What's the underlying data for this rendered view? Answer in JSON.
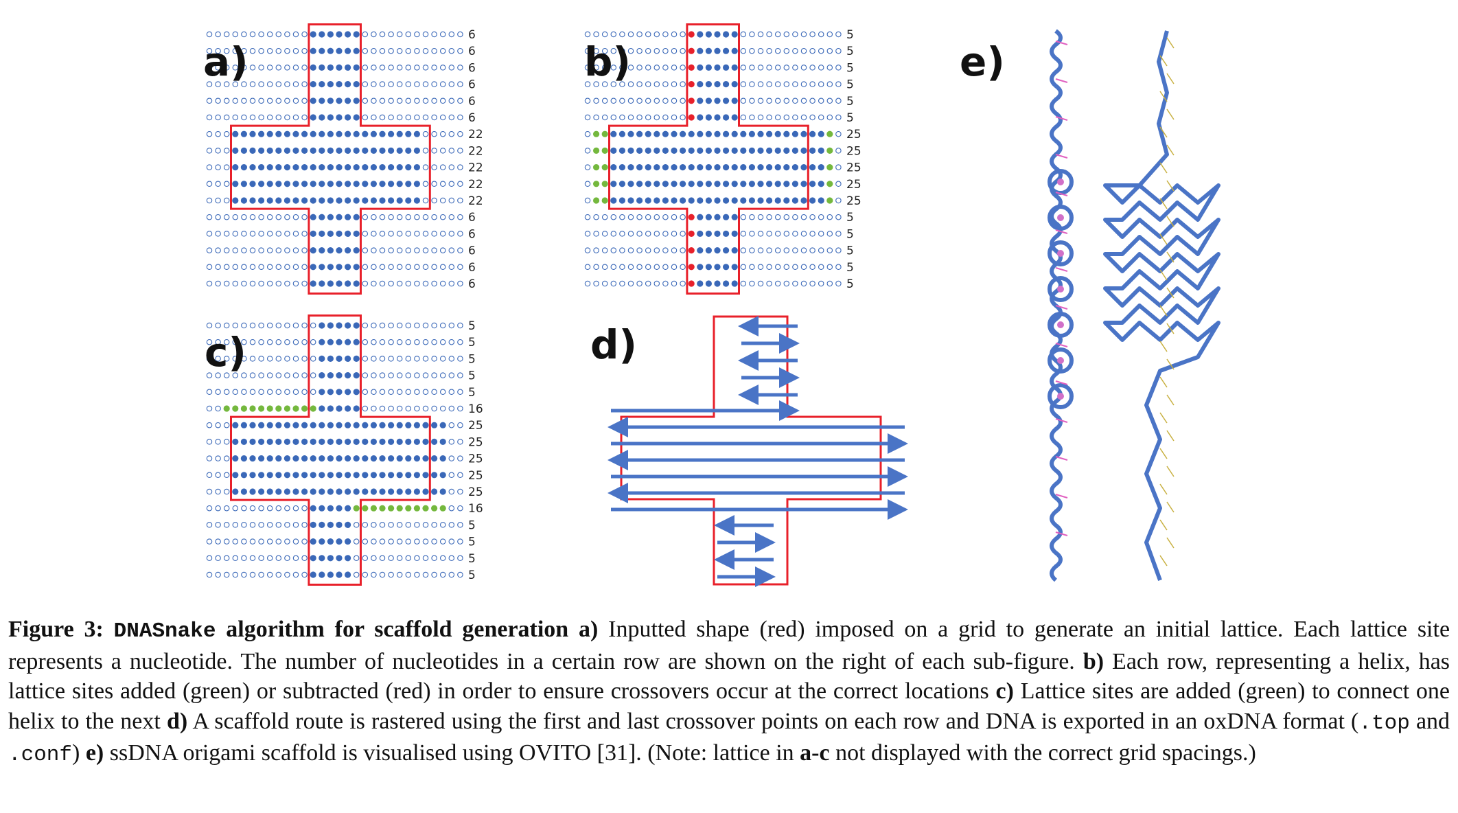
{
  "figure": {
    "panels": [
      {
        "label": "a)",
        "counts": [
          "6",
          "6",
          "6",
          "6",
          "6",
          "6",
          "22",
          "22",
          "22",
          "22",
          "22",
          "6",
          "6",
          "6",
          "6",
          "6"
        ]
      },
      {
        "label": "b)",
        "counts": [
          "5",
          "5",
          "5",
          "5",
          "5",
          "5",
          "25",
          "25",
          "25",
          "25",
          "25",
          "5",
          "5",
          "5",
          "5",
          "5"
        ]
      },
      {
        "label": "c)",
        "counts": [
          "5",
          "5",
          "5",
          "5",
          "5",
          "16",
          "25",
          "25",
          "25",
          "25",
          "25",
          "16",
          "5",
          "5",
          "5",
          "5"
        ]
      },
      {
        "label": "d)"
      },
      {
        "label": "e)"
      }
    ],
    "colors": {
      "outline": "#e8202a",
      "filled_site": "#3a68b8",
      "empty_site": "#3a68b8",
      "added_site": "#74b83d",
      "removed_site": "#e8202a",
      "scaffold": "#4a74c6"
    }
  },
  "caption": {
    "fig_label": "Figure 3:",
    "title_code": "DNASnake",
    "title_rest": "algorithm for scaffold generation",
    "a_label": "a)",
    "a_text": "Inputted shape (red) imposed on a grid to generate an initial lattice. Each lattice site represents a nucleotide. The number of nucleotides in a certain row are shown on the right of each sub-figure.",
    "b_label": "b)",
    "b_text": "Each row, representing a helix, has lattice sites added (green) or subtracted (red) in order to ensure crossovers occur at the correct locations",
    "c_label": "c)",
    "c_text": "Lattice sites are added (green) to connect one helix to the next",
    "d_label": "d)",
    "d_text": "A scaffold route is rastered using the first and last crossover points on each row and DNA is exported in an oxDNA format (",
    "d_code1": ".top",
    "d_and": "and",
    "d_code2": ".conf",
    "d_close": ")",
    "e_label": "e)",
    "e_text": "ssDNA origami scaffold is visualised using OVITO [31]. (Note: lattice in",
    "ac_label": "a-c",
    "end_text": "not displayed with the correct grid spacings.)"
  }
}
